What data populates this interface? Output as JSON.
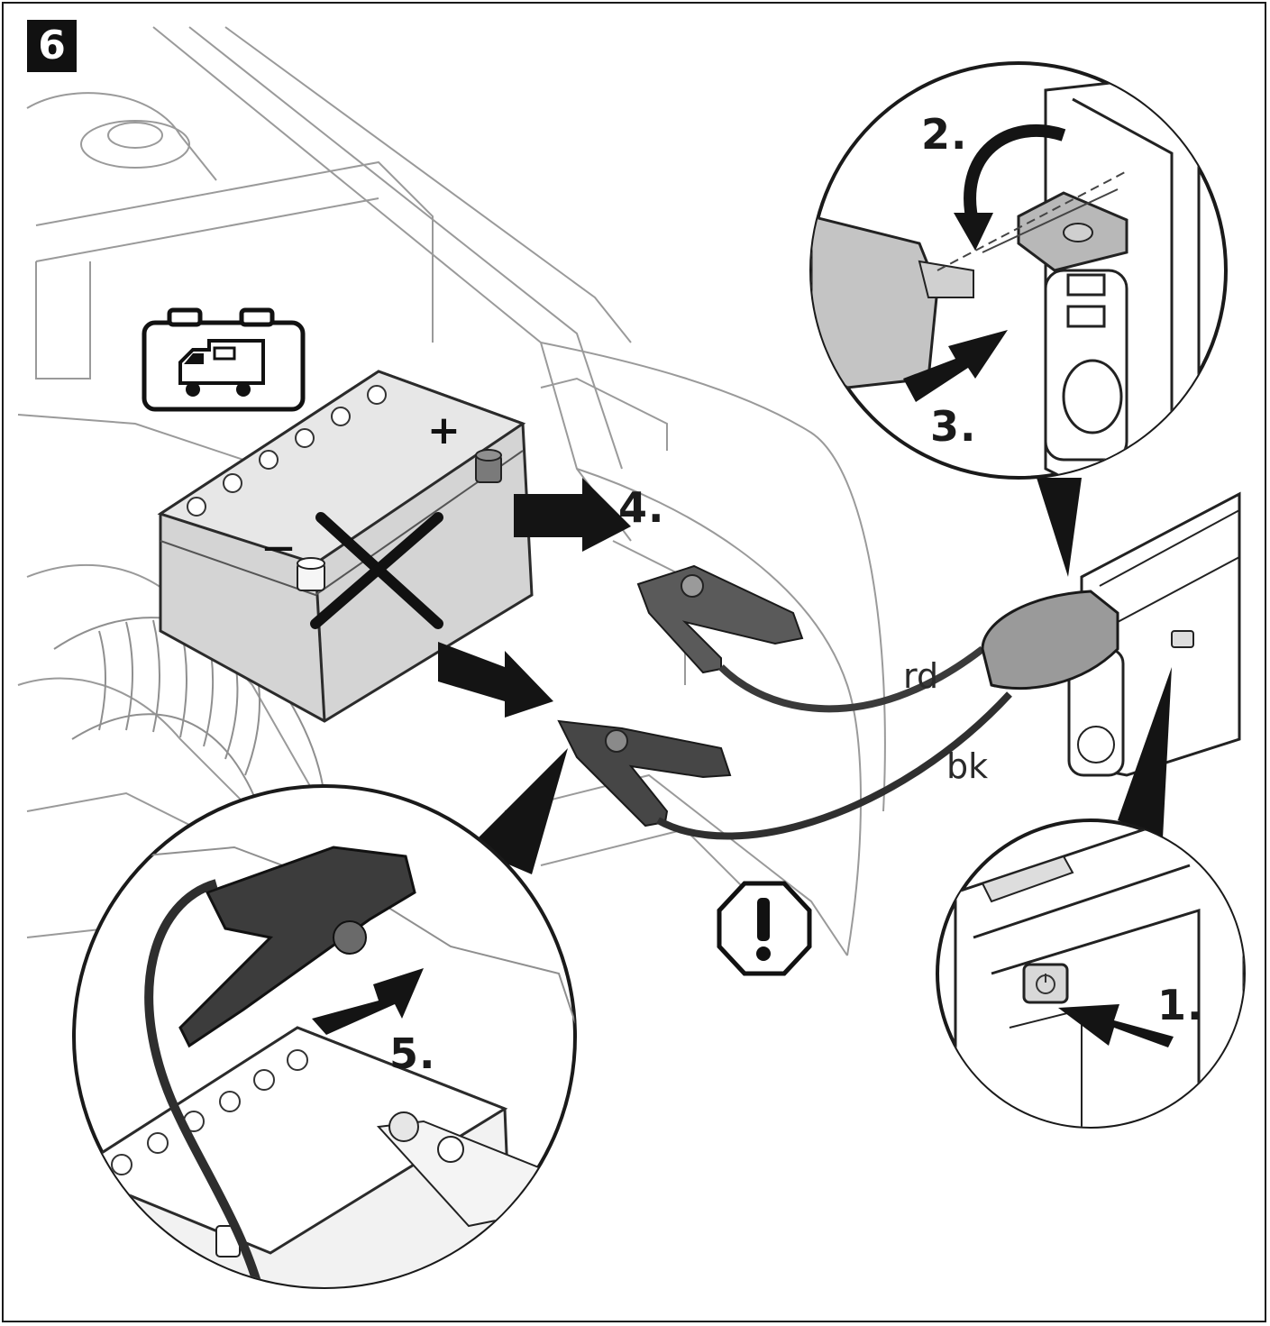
{
  "figure": {
    "number": "6"
  },
  "steps": {
    "s1": "1.",
    "s2": "2.",
    "s3": "3.",
    "s4": "4.",
    "s5": "5."
  },
  "wires": {
    "red": "rd",
    "black": "bk"
  },
  "battery": {
    "plus": "+",
    "minus": "—"
  },
  "icons": [
    "camper-battery-icon",
    "warning-octagon-icon",
    "cross-mark-icon",
    "power-button-icon"
  ],
  "colors": {
    "line": "#2b2b2b",
    "battery_fill": "#d4d4d4",
    "clamp": "#4a4a4a",
    "arrow": "#141414"
  }
}
